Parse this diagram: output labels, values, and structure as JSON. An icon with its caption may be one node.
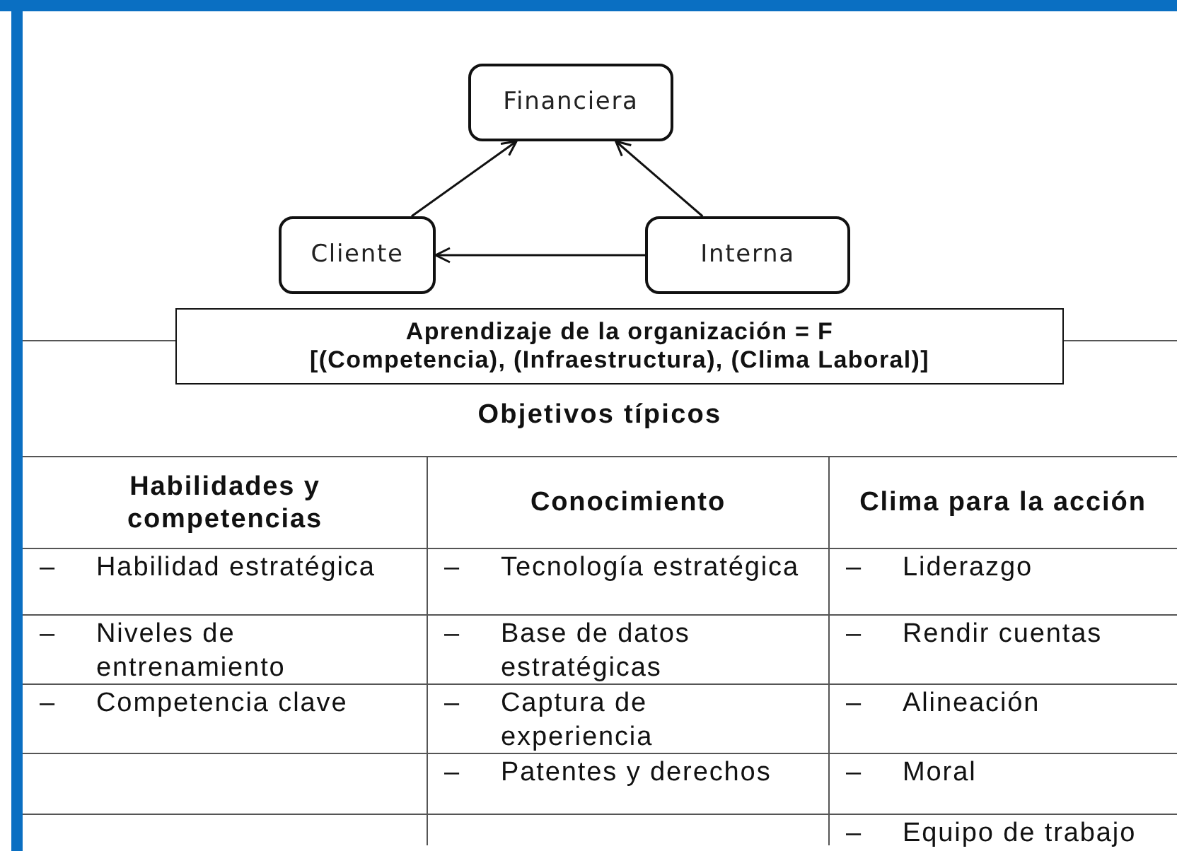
{
  "diagram": {
    "nodes": [
      {
        "text": [
          "Financiera"
        ]
      },
      {
        "text": [
          "Cliente"
        ]
      },
      {
        "text": [
          "Interna"
        ]
      },
      {
        "text": [
          "Aprendizaje de la organización = F [(Competencia), (Infraestructura), (Clima Laboral)]"
        ]
      }
    ],
    "edges": [
      {
        "from": 1,
        "to": 0,
        "arrow": "to"
      },
      {
        "from": 2,
        "to": 0,
        "arrow": "to"
      },
      {
        "from": 2,
        "to": 1,
        "arrow": "to"
      }
    ],
    "labels": [
      "Objetivos típicos",
      "Habilidades y competencias",
      "Conocimiento",
      "Clima para la acción",
      "–",
      "Habilidad estratégica",
      "–",
      "Tecnología estratégica",
      "–",
      "Liderazgo",
      "–",
      "Niveles de entrenamiento",
      "–",
      "Base de datos estratégicas",
      "–",
      "Rendir cuentas",
      "–",
      "Competencia clave",
      "–",
      "Captura de experiencia",
      "–",
      "Alineación",
      "–",
      "Patentes y derechos",
      "–",
      "Moral",
      "–",
      "Equipo de trabajo"
    ]
  }
}
